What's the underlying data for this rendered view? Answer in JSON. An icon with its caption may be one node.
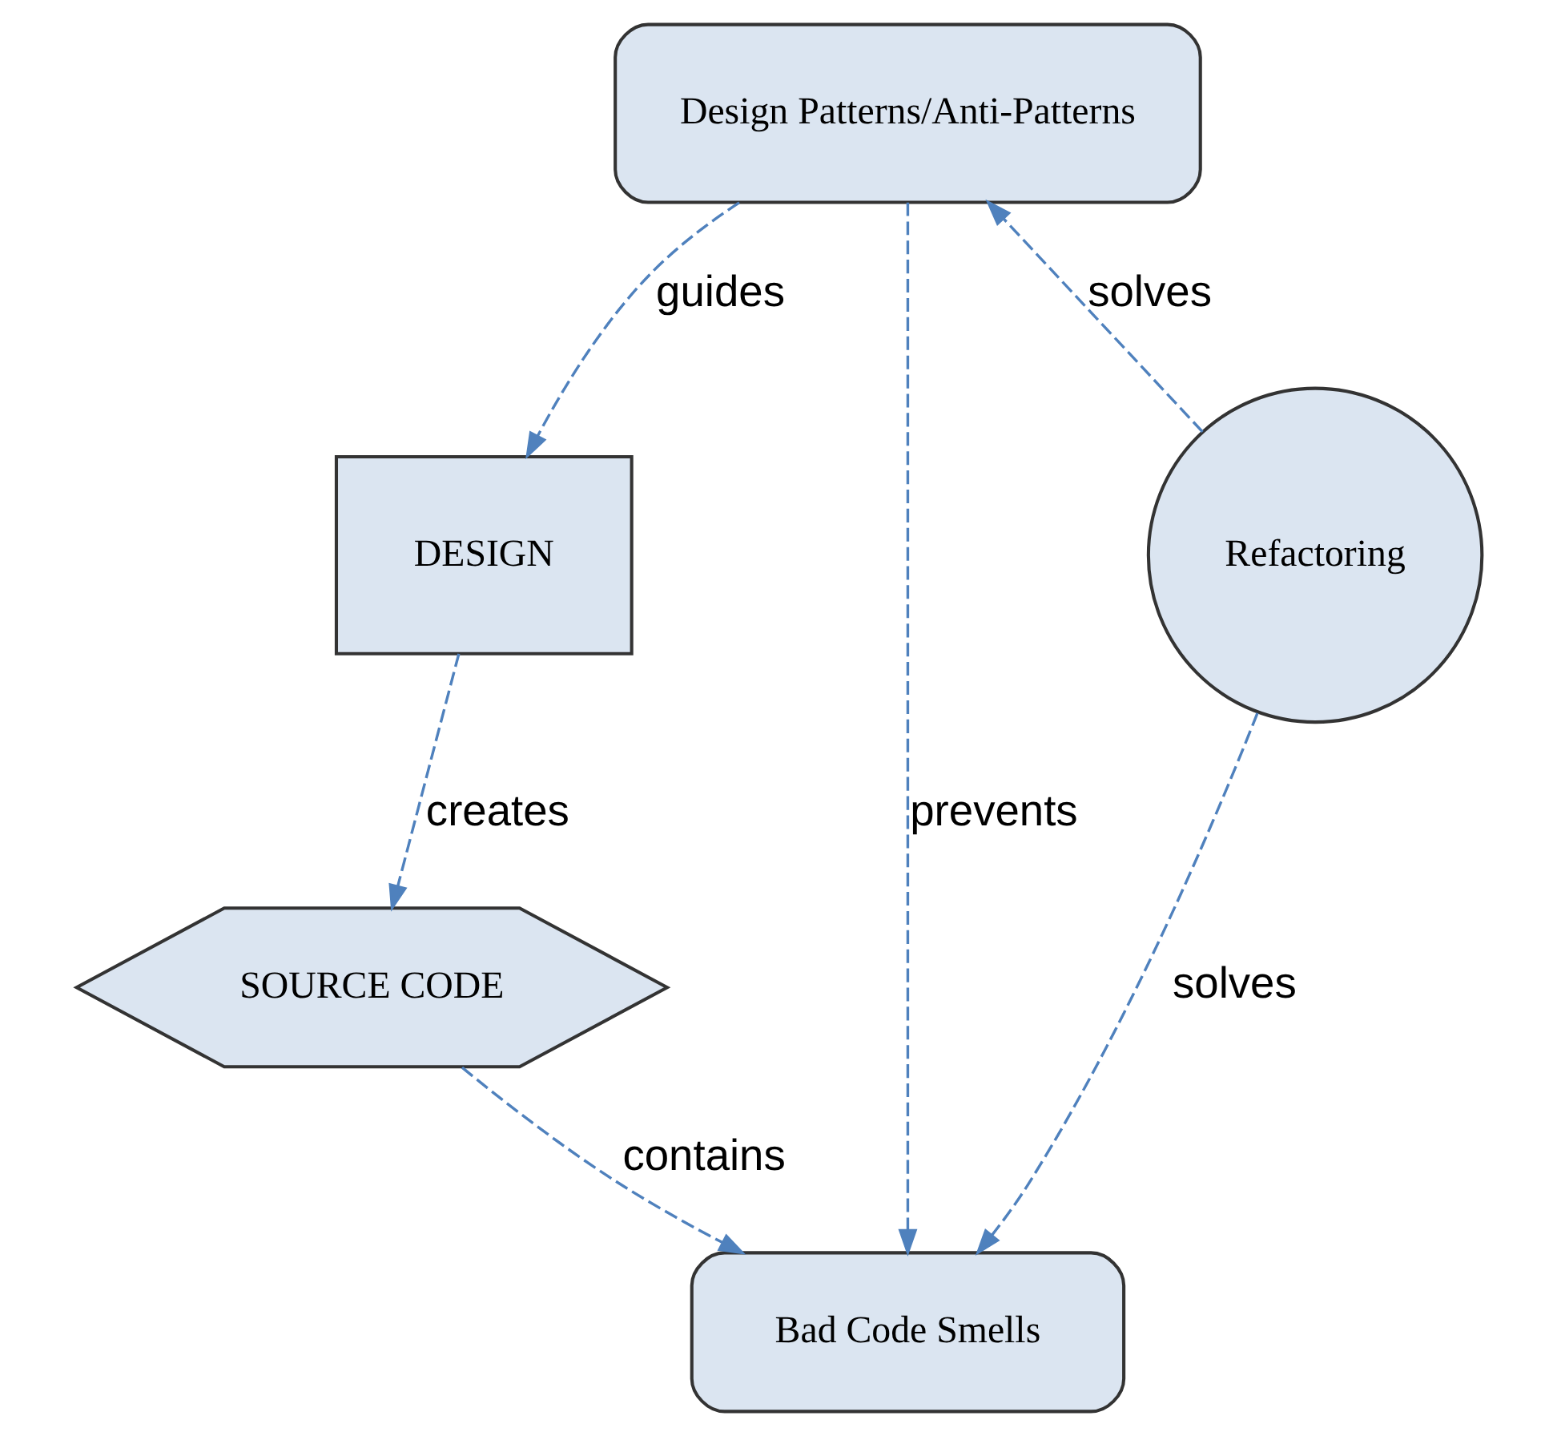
{
  "diagram": {
    "nodes": [
      {
        "text": [
          "Design Patterns/Anti-Patterns"
        ]
      },
      {
        "text": [
          "DESIGN"
        ]
      },
      {
        "text": [
          "Refactoring"
        ]
      },
      {
        "text": [
          "Bad Code Smells"
        ]
      },
      {
        "text": [
          "SOURCE CODE"
        ]
      }
    ],
    "edges": [
      {
        "from": 0,
        "to": 1,
        "arrow": "to",
        "label": "guides",
        "style": "dashed"
      },
      {
        "from": 0,
        "to": 3,
        "arrow": "to",
        "label": "prevents",
        "style": "dashed"
      },
      {
        "from": 2,
        "to": 0,
        "arrow": "to",
        "label": "solves",
        "style": "dashed"
      },
      {
        "from": 2,
        "to": 3,
        "arrow": "to",
        "label": "solves",
        "style": "dashed"
      },
      {
        "from": 1,
        "to": 4,
        "arrow": "to",
        "label": "creates",
        "style": "dashed"
      },
      {
        "from": 4,
        "to": 3,
        "arrow": "to",
        "label": "contains",
        "style": "dashed"
      }
    ]
  }
}
